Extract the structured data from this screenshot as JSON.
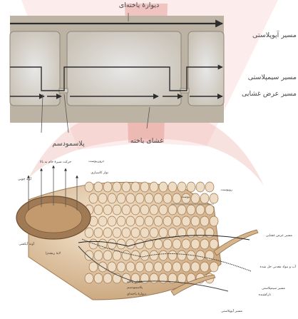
{
  "top_diagram": {
    "cell_wall": "دیوارهٔ یاخته‌ای",
    "apoplast_route": "مسیر آپوپلاستی",
    "symplast_route": "مسیر سیمپلاستی",
    "transmembrane_route": "مسیر عرض غشایی",
    "plasmodesma": "پلاسمودسم",
    "cell_membrane": "غشای یاخته"
  },
  "bottom_diagram": {
    "cortex": "پوست",
    "epidermis": "روپوست",
    "endodermis": "درون‌پوست",
    "pericycle": "لایهٔ ریشه‌زا",
    "xylem": "آوند چوبی",
    "phloem": "آوند آبکشی",
    "casparian_strip": "نوار کاسپاری",
    "upward_flow": "حرکت شیرهٔ خام به بالا",
    "transmembrane_route": "مسیر عرض غشایی",
    "minerals": "آب و مواد معدنی حل شده",
    "symplast_route": "مسیر سیمپلاستی",
    "root_hair": "تارکشنده",
    "apoplast_route": "مسیر آپوپلاستی",
    "cell_membrane": "غشای یاخته",
    "plasmodesma": "پلاسمودسم",
    "cell_wall": "دیوارهٔ یاخته‌ای"
  },
  "colors": {
    "watermark": "#c0392b",
    "cell": "#d8cdbd",
    "root_cell": "#e0c29e"
  }
}
